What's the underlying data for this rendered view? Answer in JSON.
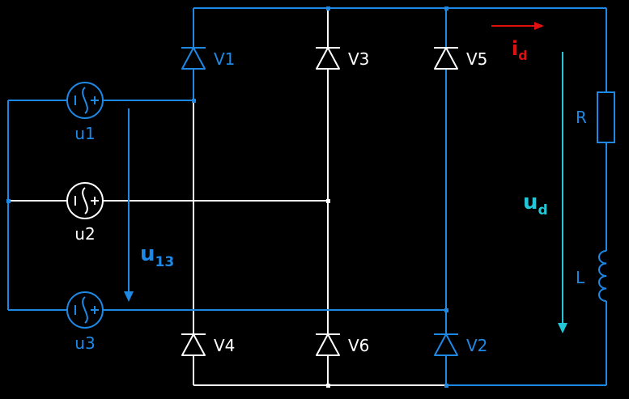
{
  "colors": {
    "background": "#000000",
    "blue": "#1e88e5",
    "white": "#ffffff",
    "red": "#e01010",
    "cyan": "#22c8d8"
  },
  "sources": [
    {
      "label": "u1",
      "color": "blue"
    },
    {
      "label": "u2",
      "color": "white"
    },
    {
      "label": "u3",
      "color": "blue"
    }
  ],
  "diodes": {
    "V1": "V1",
    "V3": "V3",
    "V5": "V5",
    "V4": "V4",
    "V6": "V6",
    "V2": "V2"
  },
  "load": {
    "resistor": "R",
    "inductor": "L"
  },
  "current": {
    "main": "i",
    "sub": "d"
  },
  "voltage_out": {
    "main": "u",
    "sub": "d"
  },
  "voltage_line": {
    "main": "u",
    "sub": "13"
  }
}
